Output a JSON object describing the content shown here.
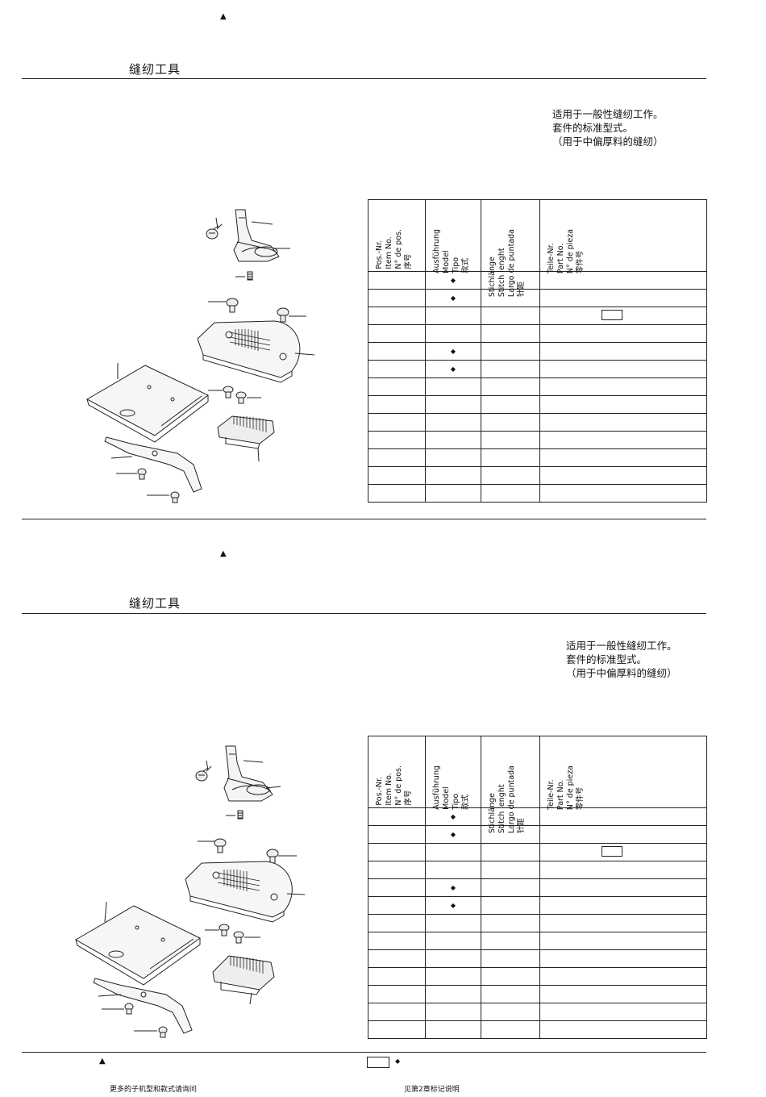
{
  "section1": {
    "marker": "▲",
    "title": "缝纫工具",
    "description": [
      "适用于一般性缝纫工作。",
      "套件的标准型式。",
      "（用于中偏厚料的缝纫）"
    ],
    "headers": [
      [
        "Pos.-Nr.",
        "Item No.",
        "N° de pos.",
        "序号"
      ],
      [
        "Ausführung",
        "Model",
        "Tipo",
        "款式"
      ],
      [
        "Stichlänge",
        "Stitch lenght",
        "Largo de puntada",
        "针距"
      ],
      [
        "Teile-Nr.",
        "Part No.",
        "N° de pieza",
        "零件号"
      ]
    ],
    "rows": [
      {
        "model": "◆",
        "box": false
      },
      {
        "model": "◆",
        "box": false
      },
      {
        "model": "",
        "box": true
      },
      {
        "model": "",
        "box": false
      },
      {
        "model": "◆",
        "box": false
      },
      {
        "model": "◆",
        "box": false
      },
      {
        "model": "",
        "box": false
      },
      {
        "model": "",
        "box": false
      },
      {
        "model": "",
        "box": false
      },
      {
        "model": "",
        "box": false
      },
      {
        "model": "",
        "box": false
      },
      {
        "model": "",
        "box": false
      },
      {
        "model": "",
        "box": false
      }
    ]
  },
  "section2": {
    "marker": "▲",
    "title": "缝纫工具",
    "description": [
      "适用于一般性缝纫工作。",
      "套件的标准型式。",
      "（用于中偏厚料的缝纫）"
    ],
    "headers": [
      [
        "Pos.-Nr.",
        "Item No.",
        "N° de pos.",
        "序号"
      ],
      [
        "Ausführung",
        "Model",
        "Tipo",
        "款式"
      ],
      [
        "Stichlänge",
        "Stitch lenght",
        "Largo de puntada",
        "针距"
      ],
      [
        "Teile-Nr.",
        "Part No.",
        "N° de pieza",
        "零件号"
      ]
    ],
    "rows": [
      {
        "model": "◆",
        "box": false
      },
      {
        "model": "◆",
        "box": false
      },
      {
        "model": "",
        "box": true
      },
      {
        "model": "",
        "box": false
      },
      {
        "model": "◆",
        "box": false
      },
      {
        "model": "◆",
        "box": false
      },
      {
        "model": "",
        "box": false
      },
      {
        "model": "",
        "box": false
      },
      {
        "model": "",
        "box": false
      },
      {
        "model": "",
        "box": false
      },
      {
        "model": "",
        "box": false
      },
      {
        "model": "",
        "box": false
      },
      {
        "model": "",
        "box": false
      }
    ]
  },
  "footer": {
    "marker": "▲",
    "left_note": "更多的子机型和款式请询问",
    "diamond": "◆",
    "right_note": "见第2章标记说明"
  }
}
